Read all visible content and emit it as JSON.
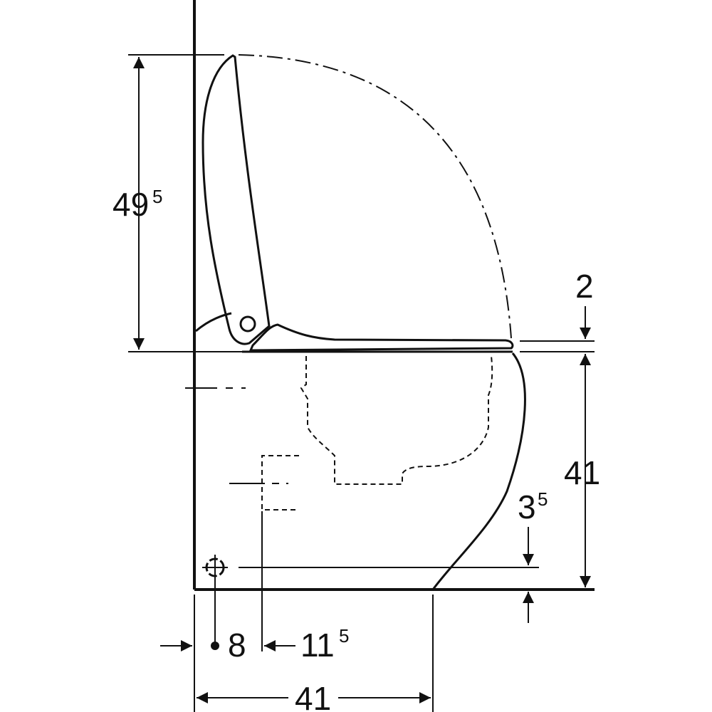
{
  "dimensions": {
    "seat_height_lid": {
      "main": "49",
      "sup": "5"
    },
    "seat_thickness": {
      "main": "2"
    },
    "bowl_height": {
      "main": "41"
    },
    "fixing_height": {
      "main": "3",
      "sup": "5"
    },
    "fixing_offset": {
      "main": "8"
    },
    "outlet_offset": {
      "main": "11",
      "sup": "5"
    },
    "bowl_depth": {
      "main": "41"
    }
  },
  "colors": {
    "line": "#111111",
    "background": "#ffffff"
  }
}
